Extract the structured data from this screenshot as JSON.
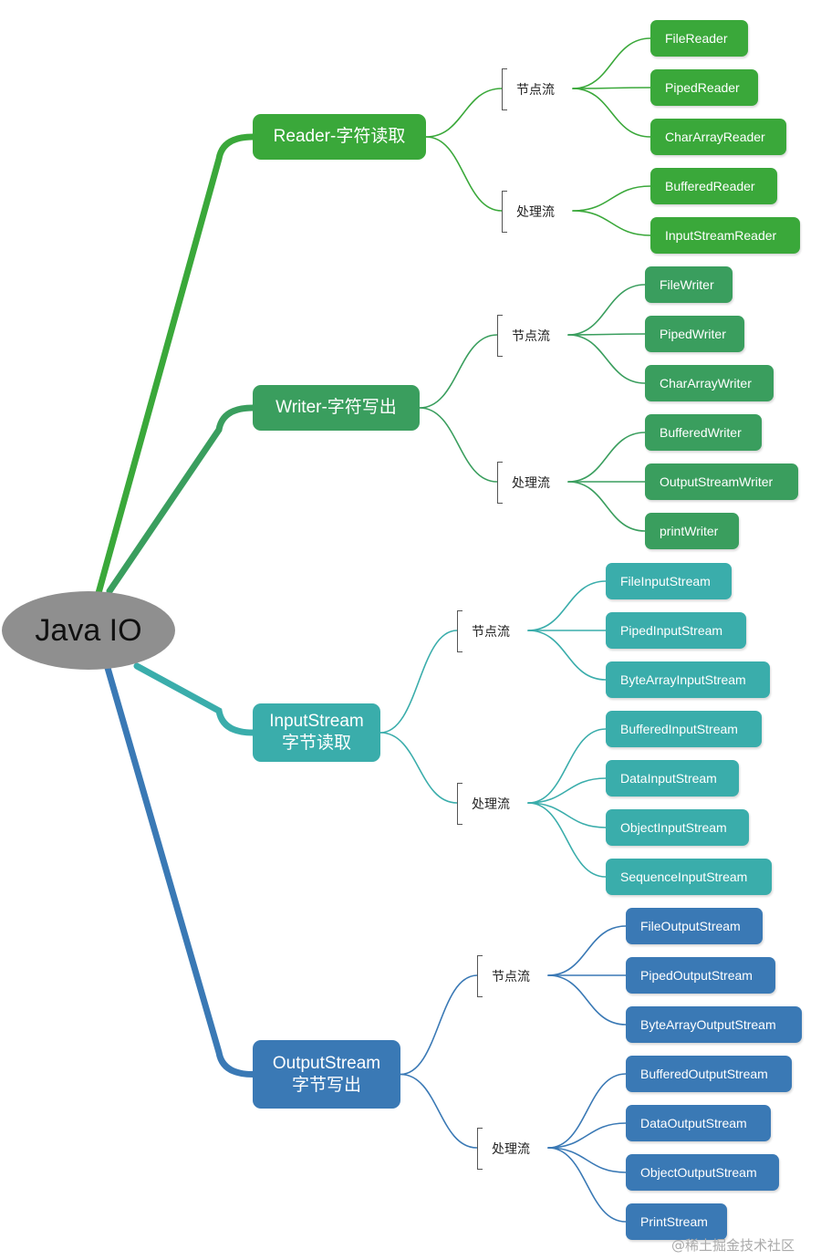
{
  "root": {
    "label": "Java IO"
  },
  "colors": {
    "reader": "#3aa83a",
    "writer": "#3a9e5e",
    "input": "#3aadab",
    "output": "#3a79b5",
    "root": "#8f8f8f"
  },
  "branches": [
    {
      "label": "Reader-字符读取",
      "color": "#3aa83a",
      "groups": [
        {
          "label": "节点流",
          "items": [
            "FileReader",
            "PipedReader",
            "CharArrayReader"
          ]
        },
        {
          "label": "处理流",
          "items": [
            "BufferedReader",
            "InputStreamReader"
          ]
        }
      ]
    },
    {
      "label": "Writer-字符写出",
      "color": "#3a9e5e",
      "groups": [
        {
          "label": "节点流",
          "items": [
            "FileWriter",
            "PipedWriter",
            "CharArrayWriter"
          ]
        },
        {
          "label": "处理流",
          "items": [
            "BufferedWriter",
            "OutputStreamWriter",
            "printWriter"
          ]
        }
      ]
    },
    {
      "label": "InputStream\n字节读取",
      "color": "#3aadab",
      "groups": [
        {
          "label": "节点流",
          "items": [
            "FileInputStream",
            "PipedInputStream",
            "ByteArrayInputStream"
          ]
        },
        {
          "label": "处理流",
          "items": [
            "BufferedInputStream",
            "DataInputStream",
            "ObjectInputStream",
            "SequenceInputStream"
          ]
        }
      ]
    },
    {
      "label": "OutputStream\n字节写出",
      "color": "#3a79b5",
      "groups": [
        {
          "label": "节点流",
          "items": [
            "FileOutputStream",
            "PipedOutputStream",
            "ByteArrayOutputStream"
          ]
        },
        {
          "label": "处理流",
          "items": [
            "BufferedOutputStream",
            "DataOutputStream",
            "ObjectOutputStream",
            "PrintStream"
          ]
        }
      ]
    }
  ],
  "watermark": "@稀土掘金技术社区"
}
